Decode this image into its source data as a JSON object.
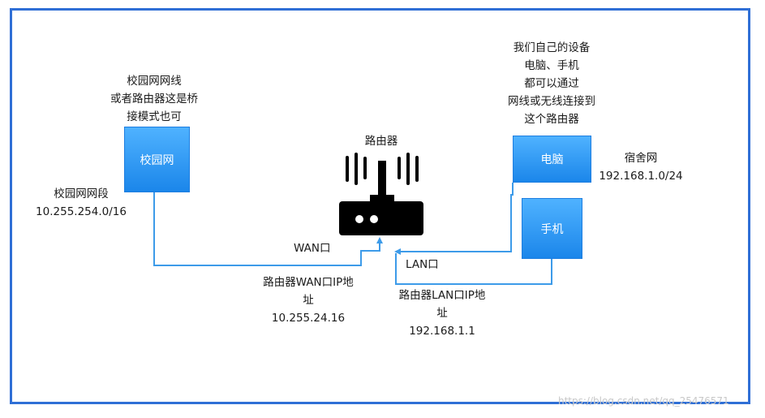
{
  "nodes": {
    "campus": {
      "label": "校园网"
    },
    "pc": {
      "label": "电脑"
    },
    "phone": {
      "label": "手机"
    },
    "router": {
      "label": "路由器"
    }
  },
  "notes": {
    "campus_note": [
      "校园网网线",
      "或者路由器这是桥",
      "接模式也可"
    ],
    "campus_segment": [
      "校园网网段",
      "10.255.254.0/16"
    ],
    "devices_note": [
      "我们自己的设备",
      "电脑、手机",
      "都可以通过",
      "网线或无线连接到",
      "这个路由器"
    ],
    "dorm_segment": [
      "宿舍网",
      "192.168.1.0/24"
    ],
    "wan_port": "WAN口",
    "lan_port": "LAN口",
    "wan_ip": [
      "路由器WAN口IP地",
      "址",
      "10.255.24.16"
    ],
    "lan_ip": [
      "路由器LAN口IP地",
      "址",
      "192.168.1.1"
    ]
  },
  "watermark": "https://blog.csdn.net/qq_25476571",
  "colors": {
    "frame": "#2f6fd6",
    "wire": "#3d9be9",
    "box_top": "#4fb2ff",
    "box_bottom": "#1b86ea",
    "router_icon": "#000000"
  }
}
